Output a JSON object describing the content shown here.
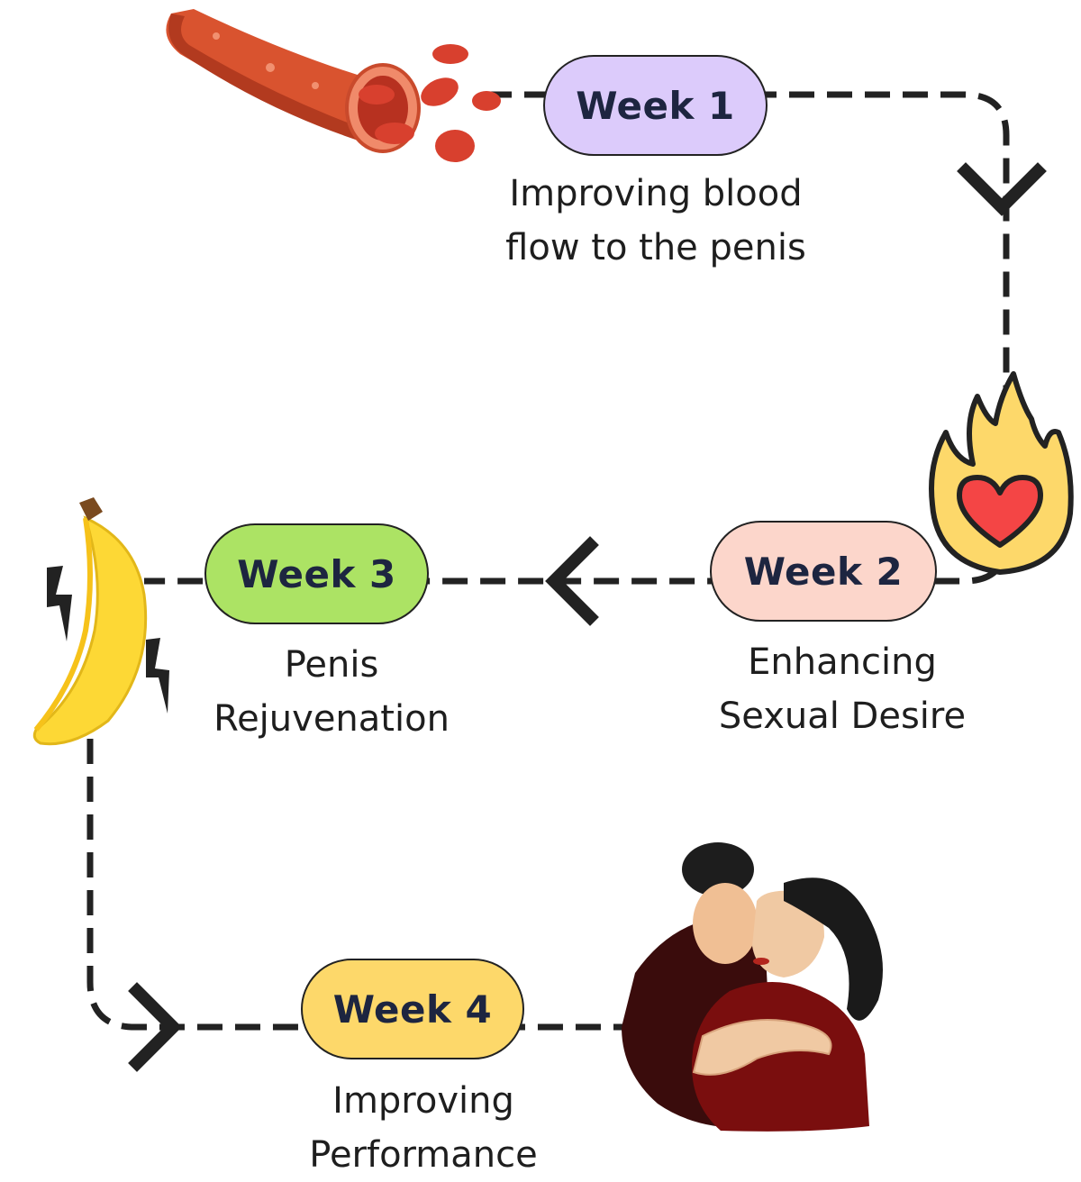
{
  "steps": [
    {
      "label": "Week 1",
      "desc_line1": "Improving blood",
      "desc_line2": "flow to the penis",
      "color": "#dccbfb"
    },
    {
      "label": "Week 2",
      "desc_line1": "Enhancing",
      "desc_line2": "Sexual Desire",
      "color": "#fcd6cb"
    },
    {
      "label": "Week 3",
      "desc_line1": "Penis",
      "desc_line2": "Rejuvenation",
      "color": "#ace364"
    },
    {
      "label": "Week 4",
      "desc_line1": "Improving",
      "desc_line2": "Performance",
      "color": "#fdd86a"
    }
  ],
  "icons": {
    "blood_vessel": "blood-vessel-icon",
    "heart_fire": "heart-fire-icon",
    "banana": "banana-icon",
    "couple": "couple-embrace-icon"
  },
  "colors": {
    "line": "#222222",
    "text": "#1d2540"
  }
}
